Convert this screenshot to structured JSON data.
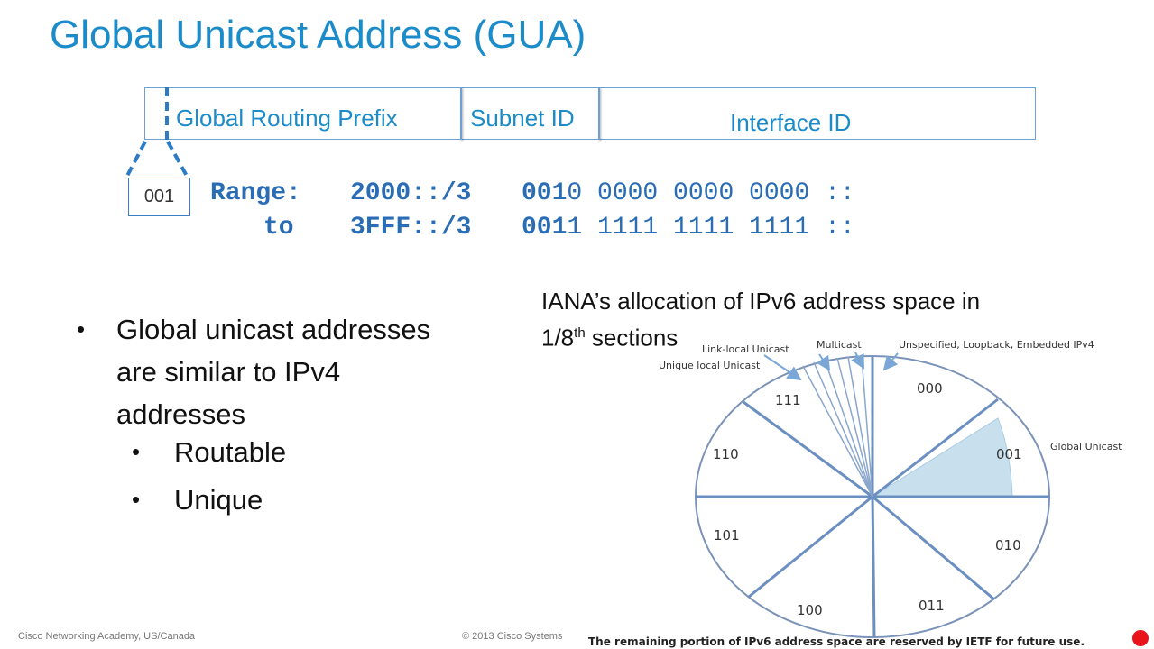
{
  "title": "Global Unicast Address (GUA)",
  "fields": {
    "prefix": "Global Routing Prefix",
    "subnet": "Subnet ID",
    "interface": "Interface ID",
    "zoom_bits": "001"
  },
  "range": {
    "label_from": "Range:",
    "from_prefix": "2000::/3",
    "from_bits_bold": "001",
    "from_bits_rest": "0 0000 0000 0000 ::",
    "label_to": "to",
    "to_prefix": "3FFF::/3",
    "to_bits_bold": "001",
    "to_bits_rest": "1 1111 1111 1111 ::"
  },
  "note": {
    "line1": "IANA’s allocation of IPv6 address space in",
    "line2_pre": "1/8",
    "line2_sup": "th",
    "line2_post": " sections"
  },
  "bullets": {
    "main_line1": "Global unicast addresses",
    "main_line2": "are similar to IPv4",
    "main_line3": "addresses",
    "sub1": "Routable",
    "sub2": "Unique",
    "bullet_char": "•"
  },
  "pie": {
    "sectors": [
      "000",
      "001",
      "010",
      "011",
      "100",
      "101",
      "110",
      "111"
    ],
    "callouts": {
      "link_local": "Link-local Unicast",
      "multicast": "Multicast",
      "unspecified": "Unspecified, Loopback, Embedded IPv4",
      "unique_local": "Unique local Unicast",
      "global": "Global Unicast"
    },
    "caption": "The remaining portion of IPv6 address space are reserved by IETF for future use.",
    "highlight_color": "#c8e0ee",
    "line_color": "#6b8fc0"
  },
  "footer": {
    "left": "Cisco Networking Academy, US/Canada",
    "center": "© 2013 Cisco Systems"
  }
}
